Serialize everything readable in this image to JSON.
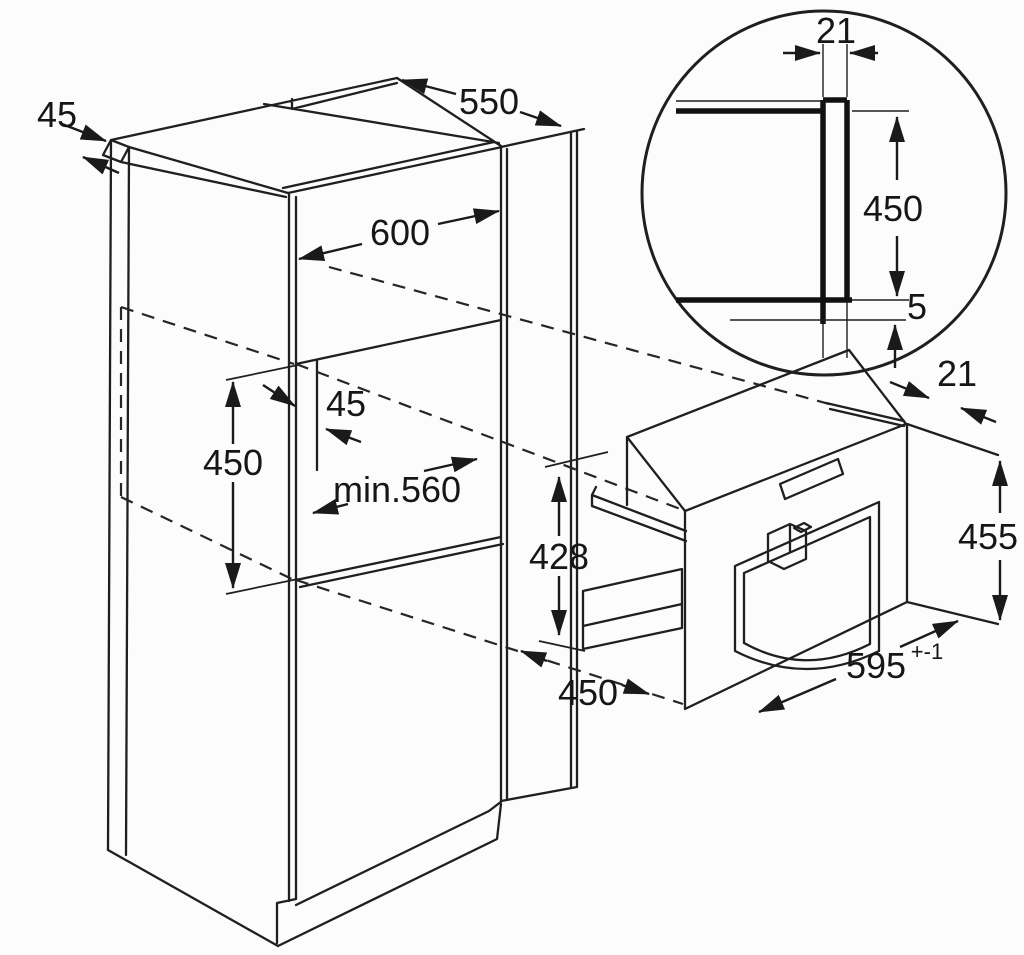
{
  "meta": {
    "type": "installation-diagram",
    "subject": "Built-in coffee machine niche installation drawing"
  },
  "colors": {
    "line": "#1f1f1f",
    "background": "#fcfcfc"
  },
  "cabinet": {
    "side_panel_width": "45",
    "top_depth": "550",
    "front_width": "600",
    "niche_height": "450",
    "niche_frame_width": "45",
    "niche_min_depth": "min.560"
  },
  "detail": {
    "frame_thickness": "21",
    "niche_height": "450",
    "bottom_gap": "5"
  },
  "appliance": {
    "surround_panel_thickness": "21",
    "cutout_height": "455",
    "body_height": "428",
    "depth": "450",
    "width": "595",
    "width_tolerance": "+-1"
  }
}
